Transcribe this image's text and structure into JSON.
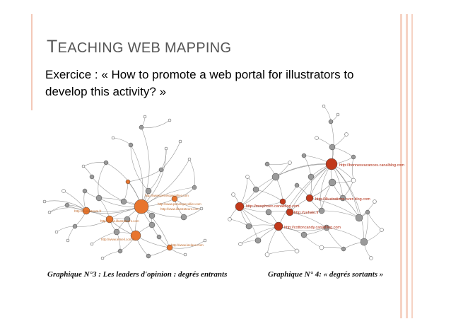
{
  "slide": {
    "title_first": "T",
    "title_rest": "EACHING WEB MAPPING",
    "subtitle": "Exercice : « How to promote a web portal for illustrators to develop this activity? »"
  },
  "graph1": {
    "caption": "Graphique N°3 : Les leaders d'opinion : degrés entrants",
    "labels": [
      "http://www.penelopecollier.com",
      "http://www.penelopecollier.com",
      "http://illustrateurs.fr",
      "http://www.illustrateurs.com",
      "http://www.lemeil.com.fr",
      "http://www.illustrateurs.com",
      "http://www.laclave.com"
    ]
  },
  "graph2": {
    "caption": "Graphique N° 4: « degrés sortants »",
    "labels": [
      "http://bonnesvacances.canalblog.com",
      "http://morphoen.canalblog.com",
      "http://illustrations.over-blog.com",
      "http://zehalo.fr",
      "http://cottoncandy.canalblog.com"
    ]
  },
  "colors": {
    "accent_light": "#f6d3c4",
    "node_gray": "#9a9a9a",
    "node_orange": "#e8752e",
    "node_red": "#c1391b"
  }
}
